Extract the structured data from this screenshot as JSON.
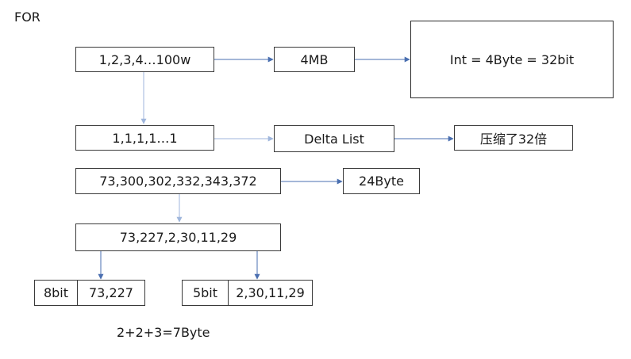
{
  "title": "FOR",
  "boxes": {
    "seq_full": "1,2,3,4…100w",
    "size_4mb": "4MB",
    "int_def": "Int = 4Byte = 32bit",
    "seq_ones": "1,1,1,1…1",
    "delta_list": "Delta List",
    "compressed": "压缩了32倍",
    "seq_sample": "73,300,302,332,343,372",
    "size_24byte": "24Byte",
    "delta_sample": "73,227,2,30,11,29",
    "block1_bits": "8bit",
    "block1_values": "73,227",
    "block2_bits": "5bit",
    "block2_values": "2,30,11,29"
  },
  "summary": "2+2+3=7Byte",
  "colors": {
    "arrow": "#4a6fb0",
    "arrow_light": "#9fb6dc",
    "border": "#3a3a3a"
  }
}
